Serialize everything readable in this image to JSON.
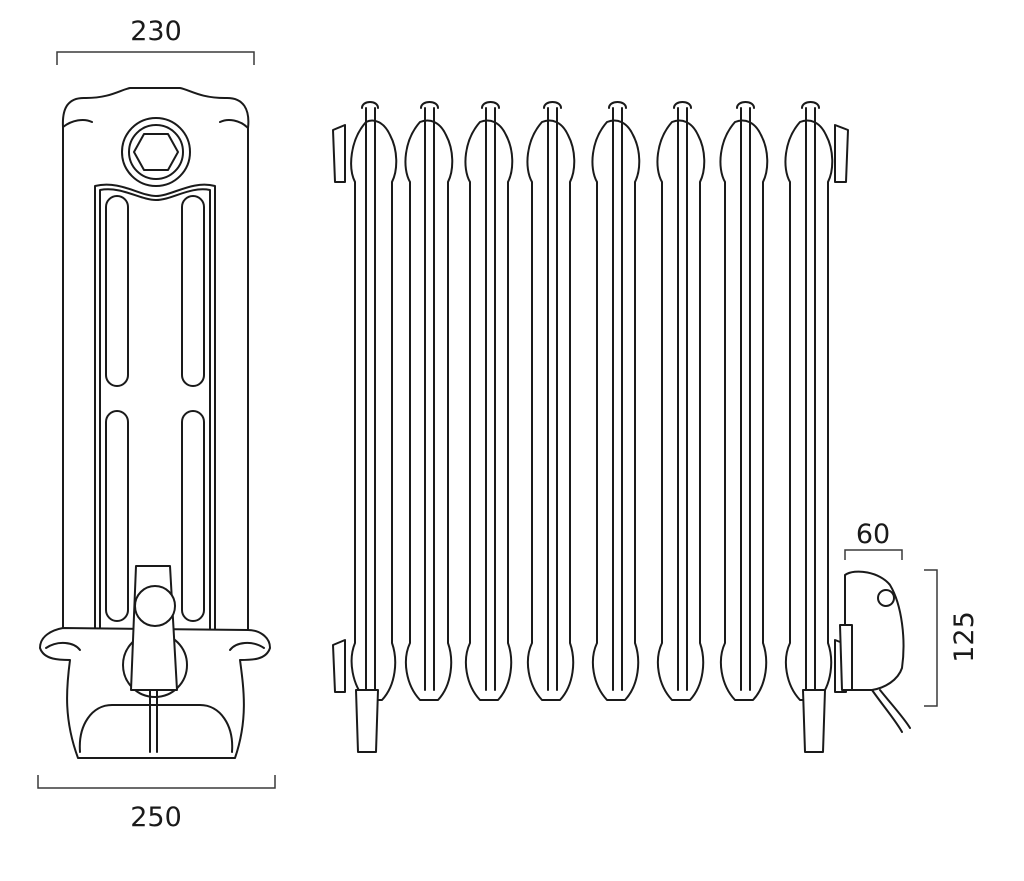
{
  "dimensions": {
    "top_width": "230",
    "base_width": "250",
    "valve_width": "60",
    "valve_height": "125"
  },
  "colors": {
    "line": "#1a1a1a",
    "background": "#ffffff"
  }
}
